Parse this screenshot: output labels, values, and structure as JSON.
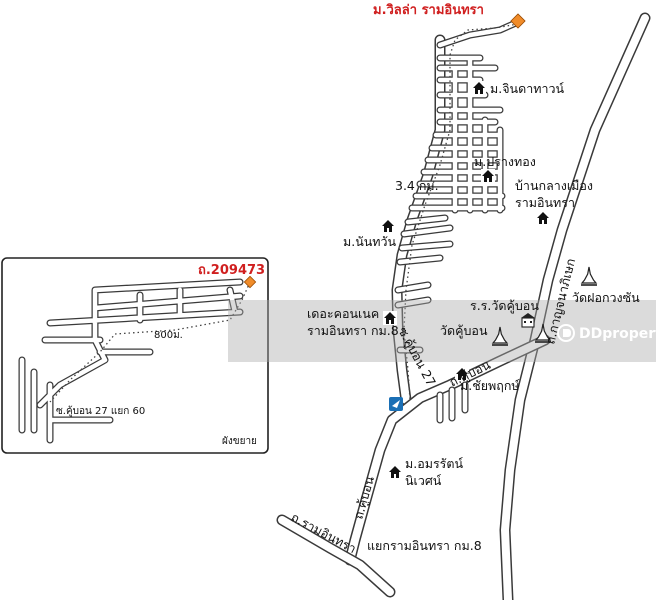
{
  "labels": {
    "destination": "ม.วิลล่า รามอินทรา",
    "chinda_town": "ม.จินดาทาวน์",
    "prang_thong": "ม.ปรางทอง",
    "distance_main": "3.4 กม.",
    "ban_klang_muang_1": "บ้านกลางเมือง",
    "ban_klang_muang_2": "รามอินทรา",
    "nanthawan": "ม.นันทวัน",
    "wat_fao": "วัดฝอกวงซัน",
    "school": "ร.ร.วัดคู้บอน",
    "the_connect_1": "เดอะคอนเนค",
    "the_connect_2": "รามอินทรา กม.8",
    "wat_khubon": "วัดคู้บอน",
    "khubon_27_road": "ซ.คู้บอน 27",
    "khubon_road_upper": "ถ.คู้บอน",
    "kanchanaphisek_road": "ถ.กาญจนาภิเษก",
    "chai_phruek": "ม.ชัยพฤกษ์",
    "amorn_1": "ม.อมรรัตน์",
    "amorn_2": "นิเวศน์",
    "khubon_road_lower": "ถ.คู้บอน",
    "ramintra_road": "ถ.รามอินทรา",
    "ramintra_junction": "แยกรามอินทรา กม.8"
  },
  "inset": {
    "road_code": "ถ.209473",
    "distance": "800ม.",
    "soi_label": "ซ.คู้บอน 27 แยก 60",
    "caption": "ผังขยาย"
  },
  "watermark": {
    "brand": "DDproperty"
  },
  "colors": {
    "destination_red": "#d01f1f",
    "destination_marker": "#f08c2a",
    "road_outline": "#3a3a3a",
    "watermark_band": "#aaaaaa",
    "marker_blue": "#1a6fb5"
  },
  "icons": {
    "village": "house-icon",
    "temple": "temple-icon",
    "school": "school-icon",
    "destination": "destination-marker-icon",
    "place": "blue-place-marker-icon",
    "watermark": "ddproperty-logo-icon"
  }
}
